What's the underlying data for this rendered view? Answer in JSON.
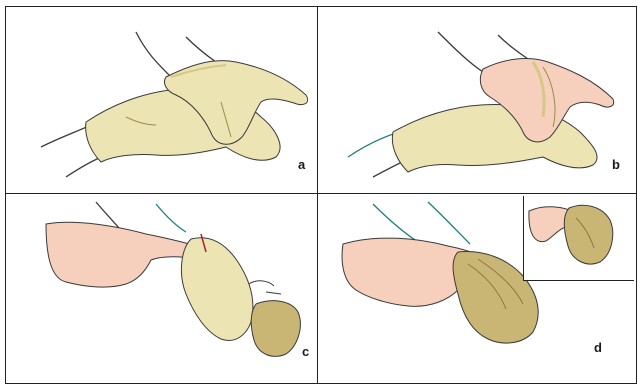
{
  "panels": [
    {
      "label": "a"
    },
    {
      "label": "b"
    },
    {
      "label": "c"
    },
    {
      "label": "d"
    }
  ],
  "colors": {
    "glove": "#ece4b2",
    "glove_dark": "#d6c886",
    "skin": "#f6d0bd",
    "outline": "#3a3a3a",
    "sleeve": "#1d7e7e",
    "removed_glove": "#c9b574"
  }
}
